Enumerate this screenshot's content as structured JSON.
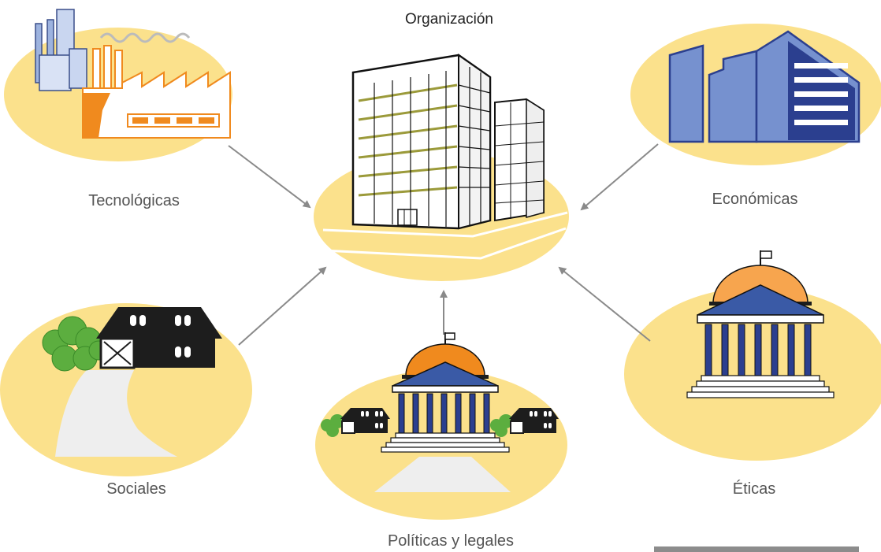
{
  "diagram": {
    "center": {
      "label": "Organización"
    },
    "factors": [
      {
        "key": "tecnologicas",
        "label": "Tecnológicas"
      },
      {
        "key": "economicas",
        "label": "Económicas"
      },
      {
        "key": "sociales",
        "label": "Sociales"
      },
      {
        "key": "politicas",
        "label": "Políticas y legales"
      },
      {
        "key": "eticas",
        "label": "Éticas"
      }
    ],
    "colors": {
      "ellipse": "#fbe18c",
      "arrow": "#8a8a8a",
      "label": "#555555",
      "factory_orange": "#f08a1e",
      "factory_blue": "#9db3df",
      "econ_blue": "#7691cf",
      "econ_dark": "#2b3f8f",
      "dome_orange": "#f7a54e",
      "temple_blue": "#3a5aa6",
      "house_black": "#1d1d1d",
      "tree_green": "#5cae3f",
      "path_gray": "#eeeeee"
    },
    "icons": [
      "factory-icon",
      "office-building-icon",
      "corporate-building-icon",
      "house-icon",
      "capitol-icon",
      "temple-icon"
    ]
  }
}
